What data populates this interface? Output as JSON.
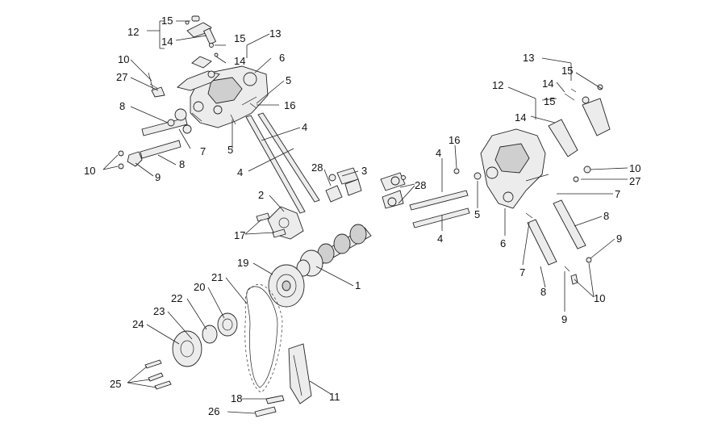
{
  "labels": {
    "n1": "1",
    "n2": "2",
    "n3": "3",
    "n4a": "4",
    "n4b": "4",
    "n4c": "4",
    "n4d": "4",
    "n5a": "5",
    "n5b": "5",
    "n5c": "5",
    "n6a": "6",
    "n6b": "6",
    "n7a": "7",
    "n7b": "7",
    "n7c": "7",
    "n8a": "8",
    "n8b": "8",
    "n8c": "8",
    "n8d": "8",
    "n9a": "9",
    "n9b": "9",
    "n9c": "9",
    "n10a": "10",
    "n10b": "10",
    "n10c": "10",
    "n10d": "10",
    "n11": "11",
    "n12a": "12",
    "n12b": "12",
    "n13a": "13",
    "n13b": "13",
    "n14a": "14",
    "n14b": "14",
    "n14c": "14",
    "n14d": "14",
    "n15a": "15",
    "n15b": "15",
    "n15c": "15",
    "n15d": "15",
    "n16a": "16",
    "n16b": "16",
    "n17": "17",
    "n18": "18",
    "n19": "19",
    "n20": "20",
    "n21": "21",
    "n22": "22",
    "n23": "23",
    "n24": "24",
    "n25": "25",
    "n26": "26",
    "n27a": "27",
    "n27b": "27",
    "n28a": "28",
    "n28b": "28"
  }
}
